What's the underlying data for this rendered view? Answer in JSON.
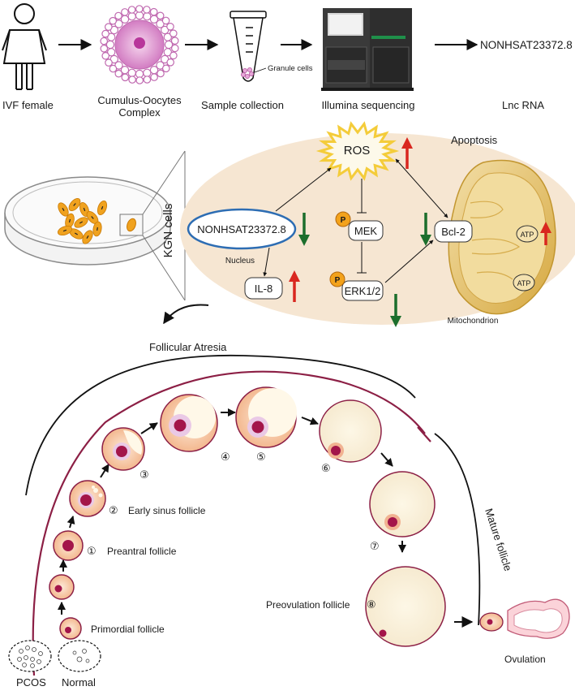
{
  "workflow": {
    "ivf_female": "IVF female",
    "coc_line1": "Cumulus-Oocytes",
    "coc_line2": "Complex",
    "granule_cells": "Granule cells",
    "sample_collection": "Sample collection",
    "sequencing": "Illumina sequencing",
    "lnc_id": "NONHSAT23372.8",
    "lnc_rna": "Lnc RNA"
  },
  "pathway": {
    "kgn_cells": "KGN cells",
    "apoptosis": "Apoptosis",
    "ros": "ROS",
    "lnc": "NONHSAT23372.8",
    "nucleus": "Nucleus",
    "il8": "IL-8",
    "mek": "MEK",
    "erk": "ERK1/2",
    "bcl2": "Bcl-2",
    "phospho": "P",
    "atp": "ATP",
    "mitochondrion": "Mitochondrion"
  },
  "follicle": {
    "atresia": "Follicular Atresia",
    "mature": "Mature follicle",
    "primordial": "Primordial follicle",
    "preantral": "Preantral follicle",
    "early_sinus": "Early sinus follicle",
    "preovulation": "Preovulation follicle",
    "ovulation": "Ovulation",
    "pcos": "PCOS",
    "normal": "Normal",
    "stages": [
      "①",
      "②",
      "③",
      "④",
      "⑤",
      "⑥",
      "⑦",
      "⑧"
    ]
  },
  "colors": {
    "up_arrow": "#d9271f",
    "down_arrow": "#1c6e2c",
    "follicle_outline": "#8c1f45",
    "oocyte": "#a3154a",
    "panel_bg": "#f6e6d2",
    "ros_star": "#f4cc3a",
    "phospho_fill": "#f3a21b",
    "lnc_ellipse": "#2d6db3",
    "coc_pink": "#c06ab0"
  }
}
